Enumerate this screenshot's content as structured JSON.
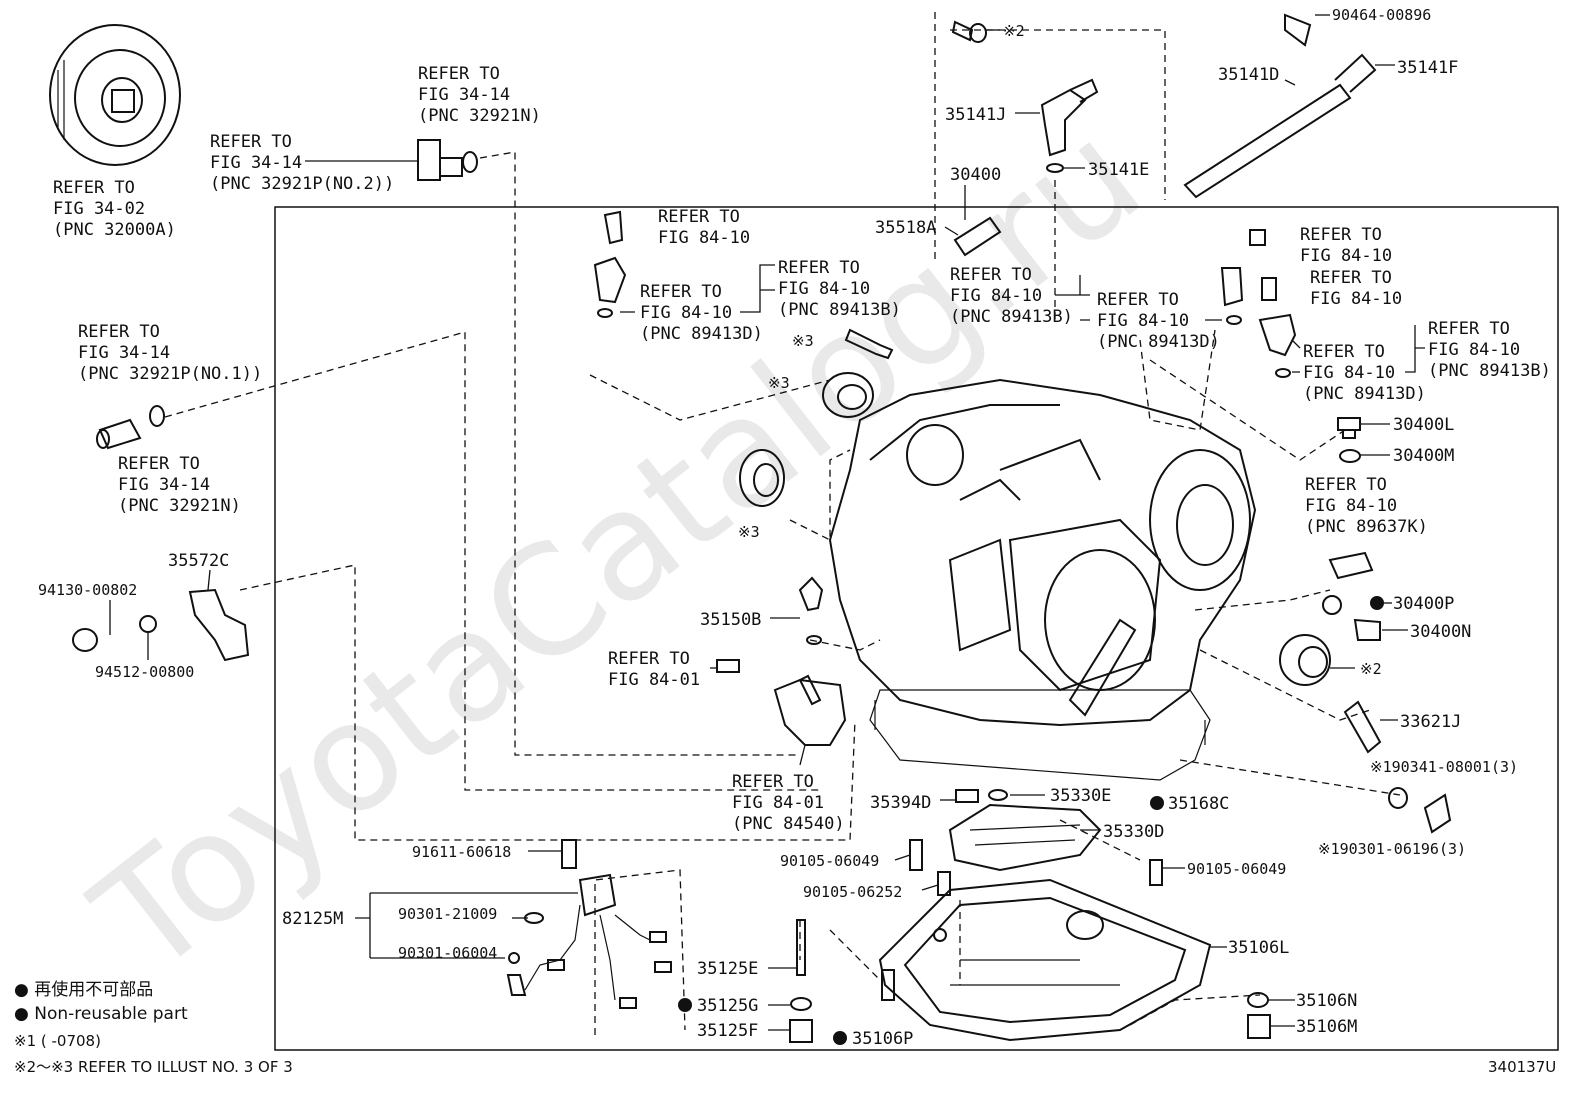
{
  "watermark": "ToyotaCatalog.ru",
  "illustration_id": "340137U",
  "legend": {
    "non_reusable_jp": "● 再使用不可部品",
    "non_reusable_en": "● Non-reusable part",
    "note1": "※1 (      -0708)",
    "note2": "※2〜※3 REFER TO ILLUST NO. 3 OF 3"
  },
  "labels": {
    "ref_34_02": [
      "REFER TO",
      "FIG 34-02",
      "(PNC 32000A)"
    ],
    "ref_34_14_top": [
      "REFER TO",
      "FIG 34-14",
      "(PNC 32921N)"
    ],
    "ref_34_14_no2": [
      "REFER TO",
      "FIG 34-14",
      "(PNC 32921P(NO.2))"
    ],
    "ref_34_14_no1": [
      "REFER TO",
      "FIG 34-14",
      "(PNC 32921P(NO.1))"
    ],
    "ref_34_14_n": [
      "REFER TO",
      "FIG 34-14",
      "(PNC 32921N)"
    ],
    "ref_84_10_a": [
      "REFER TO",
      "FIG 84-10"
    ],
    "ref_84_10_b": [
      "REFER TO",
      "FIG 84-10",
      "(PNC 89413B)"
    ],
    "ref_84_10_c": [
      "REFER TO",
      "FIG 84-10",
      "(PNC 89413D)"
    ],
    "ref_84_10_d": [
      "REFER TO",
      "FIG 84-10",
      "(PNC 89413B)"
    ],
    "ref_84_10_e": [
      "REFER TO",
      "FIG 84-10",
      "(PNC 89413D)"
    ],
    "ref_84_10_f": [
      "REFER TO",
      "FIG 84-10"
    ],
    "ref_84_10_g": [
      "REFER TO",
      "FIG 84-10"
    ],
    "ref_84_10_h": [
      "REFER TO",
      "FIG 84-10",
      "(PNC 89413B)"
    ],
    "ref_84_10_i": [
      "REFER TO",
      "FIG 84-10",
      "(PNC 89413D)"
    ],
    "ref_84_10_k": [
      "REFER TO",
      "FIG 84-10",
      "(PNC 89637K)"
    ],
    "ref_84_01_a": [
      "REFER TO",
      "FIG 84-01"
    ],
    "ref_84_01_b": [
      "REFER TO",
      "FIG 84-01",
      "(PNC 84540)"
    ],
    "p30400": "30400",
    "p35518A": "35518A",
    "p35141J": "35141J",
    "p35141E": "35141E",
    "p35141D": "35141D",
    "p35141F": "35141F",
    "p90464": "90464-00896",
    "x2_top": "※2",
    "x3_a": "※3",
    "x3_b": "※3",
    "x3_c": "※3",
    "x2_right": "※2",
    "p35572C": "35572C",
    "p94130": "94130-00802",
    "p94512": "94512-00800",
    "p35150B": "35150B",
    "p30400L": "30400L",
    "p30400M": "30400M",
    "p30400P": "30400P",
    "p30400N": "30400N",
    "p33621J": "33621J",
    "p90341": "※190341-08001(3)",
    "p90301_06196": "※190301-06196(3)",
    "p35394D": "35394D",
    "p35330E": "35330E",
    "p35168C": "35168C",
    "p35330D": "35330D",
    "p91611": "91611-60618",
    "p82125M": "82125M",
    "p90301_21009": "90301-21009",
    "p90301_06004": "90301-06004",
    "p90105_06049a": "90105-06049",
    "p90105_06049b": "90105-06049",
    "p90105_06252": "90105-06252",
    "p35125E": "35125E",
    "p35125G": "35125G",
    "p35125F": "35125F",
    "p35106P": "35106P",
    "p35106L": "35106L",
    "p35106N": "35106N",
    "p35106M": "35106M"
  }
}
